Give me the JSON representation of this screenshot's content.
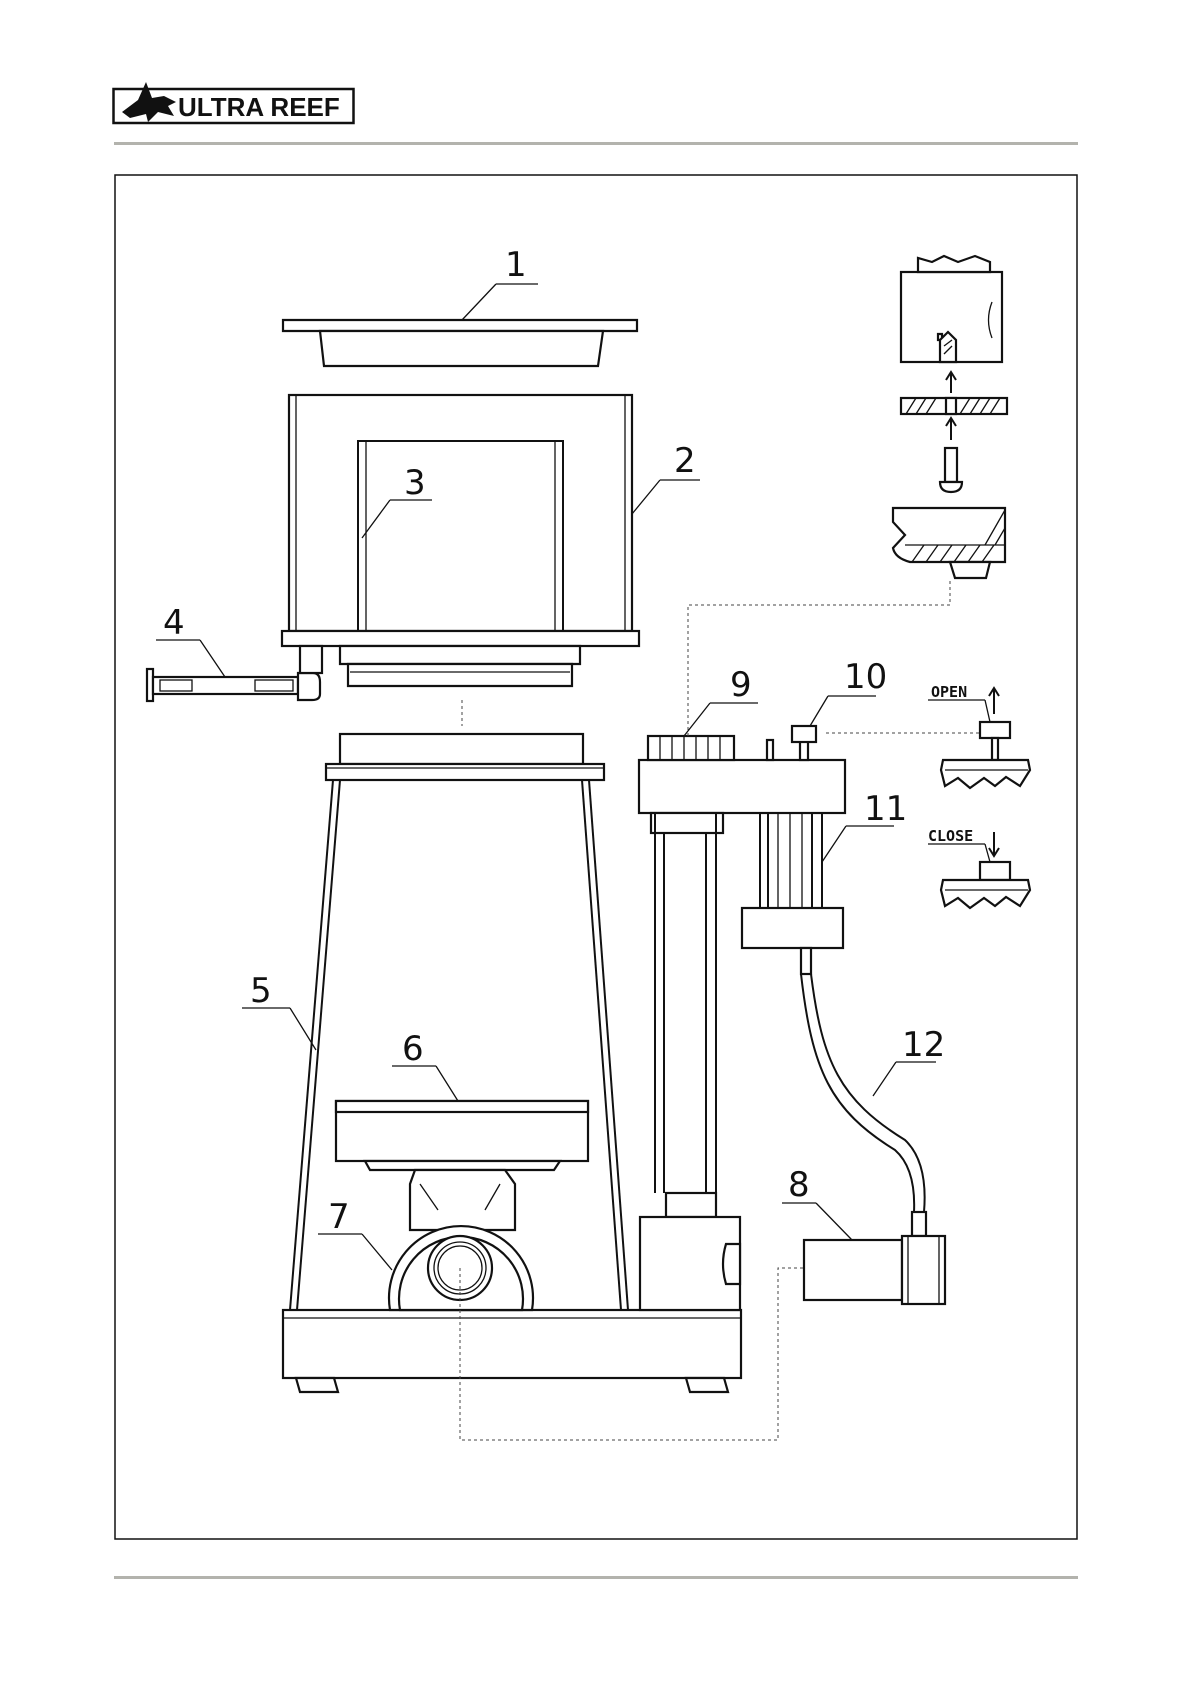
{
  "brand": {
    "name": "ULTRA REEF"
  },
  "labels": {
    "p1": "1",
    "p2": "2",
    "p3": "3",
    "p4": "4",
    "p5": "5",
    "p6": "6",
    "p7": "7",
    "p8": "8",
    "p9": "9",
    "p10": "10",
    "p11": "11",
    "p12": "12",
    "open": "OPEN",
    "close": "CLOSE"
  }
}
